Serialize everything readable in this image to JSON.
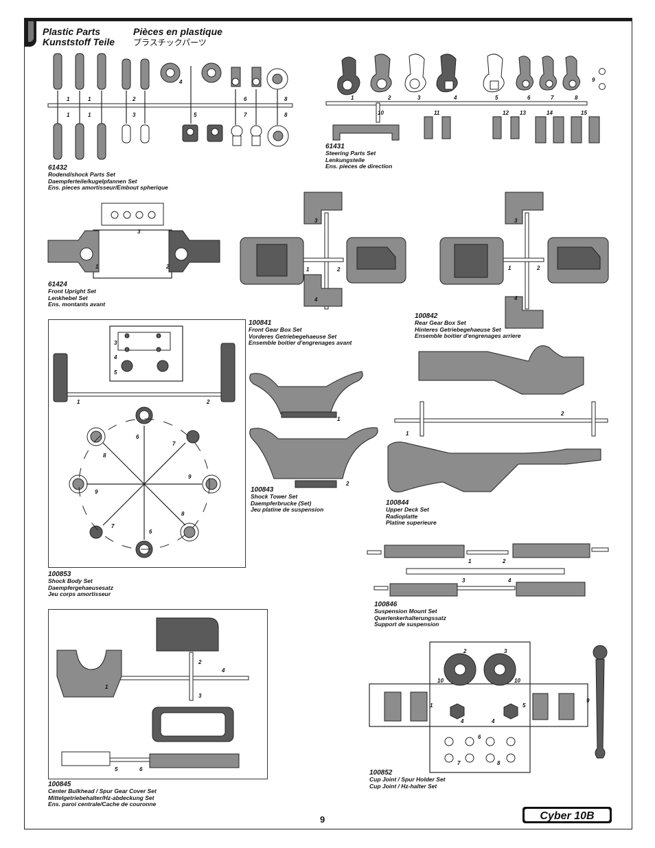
{
  "header": {
    "title_en": "Plastic Parts",
    "title_fr": "Pièces en plastique",
    "title_de": "Kunststoff Teile",
    "title_jp": "プラスチックパーツ"
  },
  "sections": {
    "s61432": {
      "number": "61432",
      "l1": "Rodend/shock Parts Set",
      "l2": "Daempferteile/kugelpfannen Set",
      "l3": "Ens. pieces amortisseur/Embout spherique",
      "nums": [
        "1",
        "1",
        "2",
        "4",
        "6",
        "8",
        "1",
        "1",
        "3",
        "5",
        "7",
        "8"
      ]
    },
    "s61431": {
      "number": "61431",
      "l1": "Steering Parts Set",
      "l2": "Lenkungsteile",
      "l3": "Ens. pieces de direction",
      "nums": [
        "1",
        "2",
        "3",
        "4",
        "5",
        "6",
        "7",
        "8",
        "9",
        "10",
        "11",
        "12",
        "13",
        "14",
        "15"
      ]
    },
    "s61424": {
      "number": "61424",
      "l1": "Front Upright Set",
      "l2": "Lenkhebel Set",
      "l3": "Ens. montants avant",
      "nums": [
        "3",
        "1",
        "2"
      ]
    },
    "s100841": {
      "number": "100841",
      "l1": "Front Gear Box Set",
      "l2": "Vorderes Getriebegehaeuse Set",
      "l3": "Ensemble boitier d'engrenages avant",
      "nums": [
        "3",
        "1",
        "2",
        "4"
      ]
    },
    "s100842": {
      "number": "100842",
      "l1": "Rear Gear Box Set",
      "l2": "Hinteres Getriebegehaeuse Set",
      "l3": "Ensemble boitier d'engrenages arriere",
      "nums": [
        "3",
        "1",
        "2",
        "4"
      ]
    },
    "s100853": {
      "number": "100853",
      "l1": "Shock Body Set",
      "l2": "Daempfergehaeusesatz",
      "l3": "Jeu corps amortisseur",
      "nums": [
        "3",
        "4",
        "5",
        "1",
        "2",
        "6",
        "7",
        "8",
        "9",
        "9",
        "8",
        "7",
        "6"
      ]
    },
    "s100843": {
      "number": "100843",
      "l1": "Shock Tower Set",
      "l2": "Daempferbrucke (Set)",
      "l3": "Jeu platine de suspension",
      "nums": [
        "1",
        "2"
      ]
    },
    "s100844": {
      "number": "100844",
      "l1": "Upper Deck Set",
      "l2": "Radioplatte",
      "l3": "Platine superieure",
      "nums": [
        "2",
        "1"
      ]
    },
    "s100846": {
      "number": "100846",
      "l1": "Suspension Mount Set",
      "l2": "Querlenkerhalterungssatz",
      "l3": "Support de suspension",
      "nums": [
        "1",
        "2",
        "3",
        "4"
      ]
    },
    "s100845": {
      "number": "100845",
      "l1": "Center Bulkhead / Spur Gear Cover Set",
      "l2": "Mittelgetriebehalter/Hz-abdeckung Set",
      "l3": "Ens. paroi centrale/Cache de couronne",
      "nums": [
        "2",
        "4",
        "1",
        "3",
        "5",
        "6"
      ]
    },
    "s100852": {
      "number": "100852",
      "l1": "Cup Joint / Spur Holder Set",
      "l2": "Cup Joint / Hz-halter Set",
      "nums": [
        "2",
        "3",
        "10",
        "10",
        "1",
        "5",
        "9",
        "4",
        "4",
        "6",
        "7",
        "8"
      ]
    }
  },
  "footer": {
    "page_number": "9",
    "logo_text": "Cyber 10B"
  },
  "colors": {
    "part_fill": "#8c8c8c",
    "part_dark": "#5a5a5a",
    "line": "#222222",
    "bar": "#1a1a1a"
  }
}
